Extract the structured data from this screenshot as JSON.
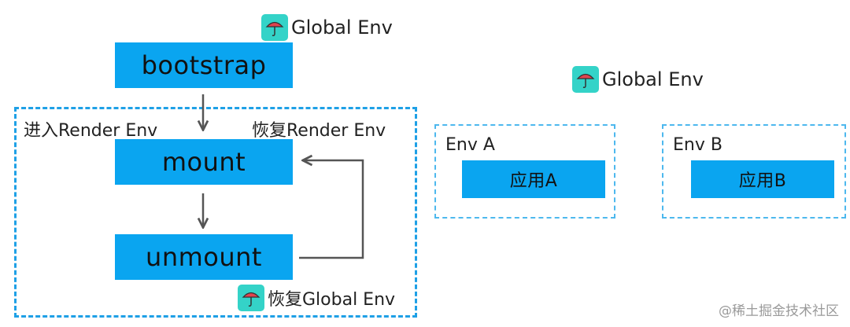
{
  "global_env_top": {
    "label": "Global Env",
    "icon": "umbrella-icon"
  },
  "global_env_right": {
    "label": "Global Env",
    "icon": "umbrella-icon"
  },
  "restore_global_env": {
    "label": "恢复Global Env",
    "icon": "umbrella-icon"
  },
  "nodes": {
    "bootstrap": "bootstrap",
    "mount": "mount",
    "unmount": "unmount"
  },
  "render_env": {
    "enter_label": "进入Render Env",
    "restore_label": "恢复Render Env"
  },
  "env_a": {
    "title": "Env A",
    "app": "应用A"
  },
  "env_b": {
    "title": "Env B",
    "app": "应用B"
  },
  "watermark": "@稀土掘金技术社区",
  "colors": {
    "box": "#0aa5f0",
    "icon_bg": "#34d3c8",
    "umbrella": "#e0444e",
    "dash": "#1ea0e6",
    "arrow": "#555555"
  }
}
